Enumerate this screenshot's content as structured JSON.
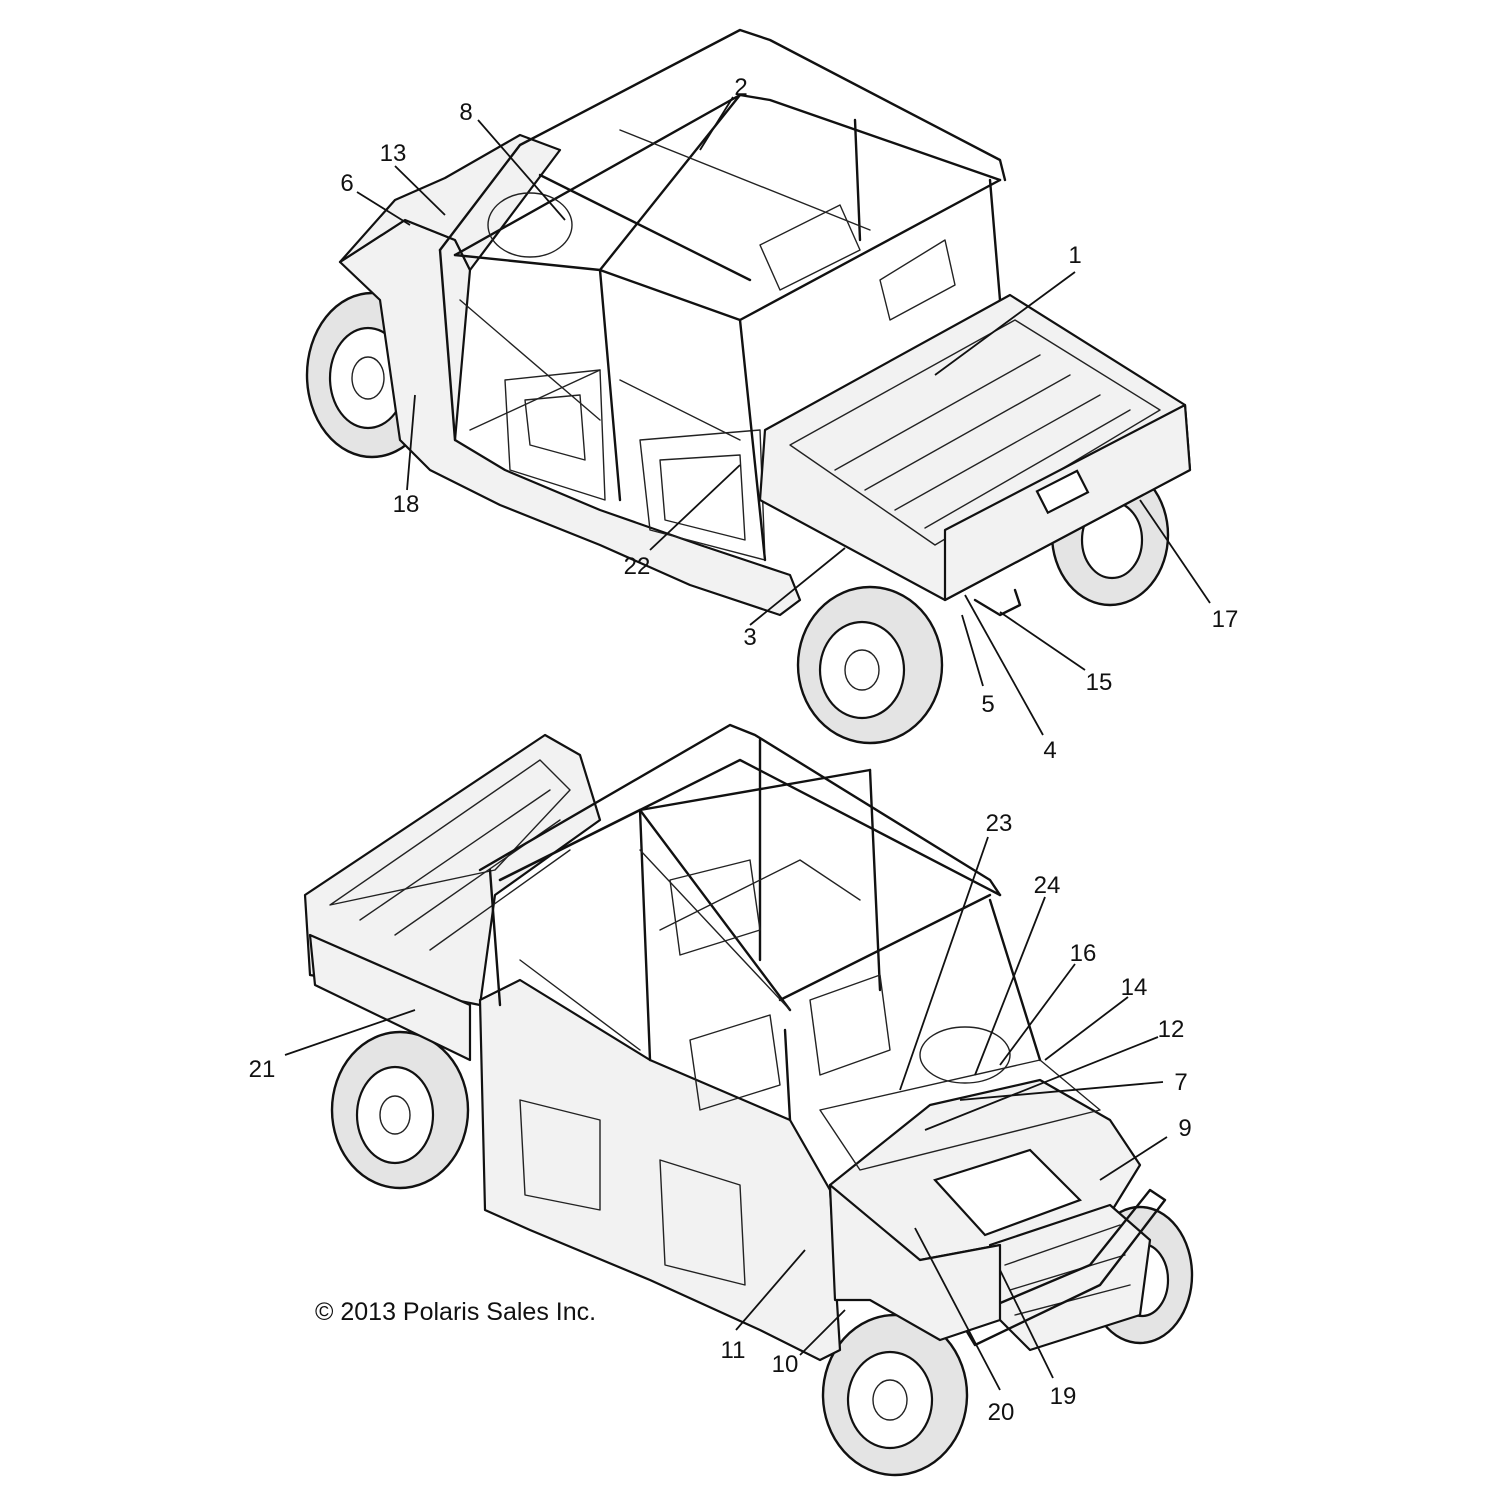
{
  "copyright": "© 2013 Polaris Sales Inc.",
  "callouts": [
    "1",
    "2",
    "3",
    "4",
    "5",
    "6",
    "7",
    "8",
    "9",
    "10",
    "11",
    "12",
    "13",
    "14",
    "15",
    "16",
    "17",
    "18",
    "19",
    "20",
    "21",
    "22",
    "23",
    "24"
  ],
  "colors": {
    "line": "#111111",
    "background": "#ffffff"
  }
}
